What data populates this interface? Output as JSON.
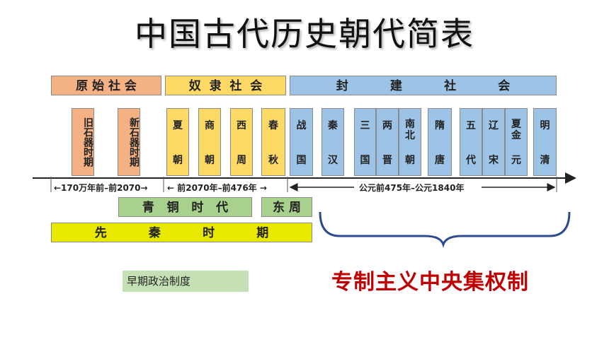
{
  "title": "中国古代历史朝代简表",
  "societies": {
    "primitive": "原 始 社 会",
    "slave": "奴  隶  社  会",
    "feudal": "封          建          社          会"
  },
  "cells": {
    "c1": {
      "v": "旧石器时期"
    },
    "c2": {
      "v": "新石器时期"
    },
    "xia": {
      "top": "夏",
      "bot": "朝"
    },
    "shang": {
      "top": "商",
      "bot": "朝"
    },
    "xizhou": {
      "top": "西",
      "bot": "周"
    },
    "chunqiu": {
      "top": "春",
      "bot": "秋"
    },
    "zhanguo": {
      "top": "战",
      "bot": "国"
    },
    "qinhan": {
      "top": "秦",
      "bot": "汉"
    },
    "sanguo": {
      "top": "三",
      "bot": "国"
    },
    "liangjin": {
      "top": "两",
      "bot": "晋"
    },
    "nanbei": {
      "top": "南\n北",
      "bot": "朝"
    },
    "suitang": {
      "top": "隋",
      "bot": "唐"
    },
    "wudai": {
      "top": "五",
      "bot": "代"
    },
    "liaosong": {
      "top": "辽",
      "bot": "宋"
    },
    "xiajinyuan": {
      "top": "夏\n金",
      "bot": "元"
    },
    "mingqing": {
      "top": "明",
      "bot": "清"
    }
  },
  "ranges": {
    "r1": "←170万年前–前2070→",
    "r2": "←  前2070年–前476年 →",
    "r3": "公元前475年–公元1840年"
  },
  "periods": {
    "bronze": "青   铜   时   代",
    "dongzhou": "东 周",
    "xianqin": "先          秦          时          期"
  },
  "note": "早期政治制度",
  "centralization": "专制主义中央集权制",
  "colors": {
    "primitive": "#f4b183",
    "slave": "#ffd966",
    "feudal": "#9dc3e6",
    "bronze": "#a9d18e",
    "xianqin": "#e8e800",
    "note_bg": "#c5e0b4",
    "red": "#c00000"
  }
}
